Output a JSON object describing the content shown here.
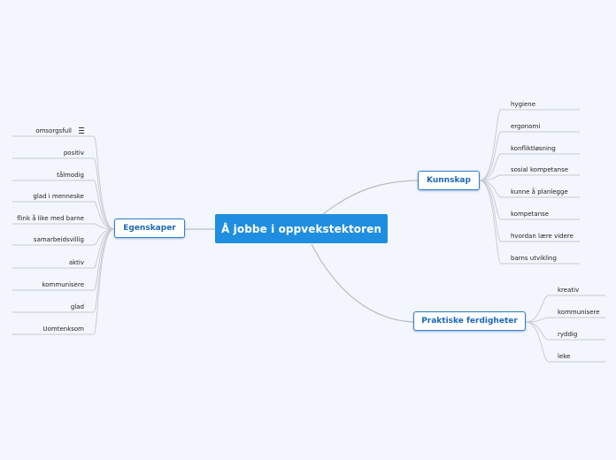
{
  "central": {
    "label": "Å jobbe i oppvekstektoren"
  },
  "branches": {
    "egenskaper": {
      "label": "Egenskaper",
      "items": [
        "omsorgsfull",
        "positiv",
        "tålmodig",
        "glad i menneske",
        "flink å like med barne",
        "samarbeidsvillig",
        "aktiv",
        "kommunisere",
        "glad",
        "Uomtenksom"
      ]
    },
    "kunnskap": {
      "label": "Kunnskap",
      "items": [
        "hygiene",
        "ergonomi",
        "konfliktløsning",
        "sosial kompetanse",
        "kunne å planlegge",
        "kompetanse",
        "hvordan lære videre",
        "barns utvikling"
      ]
    },
    "praktiske": {
      "label": "Praktiske ferdigheter",
      "items": [
        "kreativ",
        "kommunisere",
        "ryddig",
        "leke"
      ]
    }
  },
  "icons": {
    "note": "note-lines-icon"
  },
  "colors": {
    "central": "#1f8ee0",
    "node_border": "#2d7fd0",
    "node_text": "#1a67b8",
    "connector": "#b8bcc6",
    "background": "#f3f6fd"
  }
}
